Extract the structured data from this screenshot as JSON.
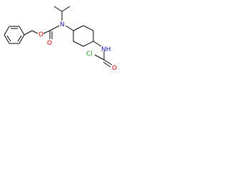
{
  "molecule": {
    "atoms": {
      "o_ether": {
        "text": "O",
        "color": "#cc0000"
      },
      "o_carbonyl_left": {
        "text": "O",
        "color": "#cc0000"
      },
      "n_carbamate": {
        "text": "N",
        "color": "#1a1aaa"
      },
      "nh_amide": {
        "text": "NH",
        "color": "#1a1aaa"
      },
      "cl": {
        "text": "Cl",
        "color": "#2a9a2a"
      },
      "o_carbonyl_right": {
        "text": "O",
        "color": "#cc0000"
      }
    }
  }
}
